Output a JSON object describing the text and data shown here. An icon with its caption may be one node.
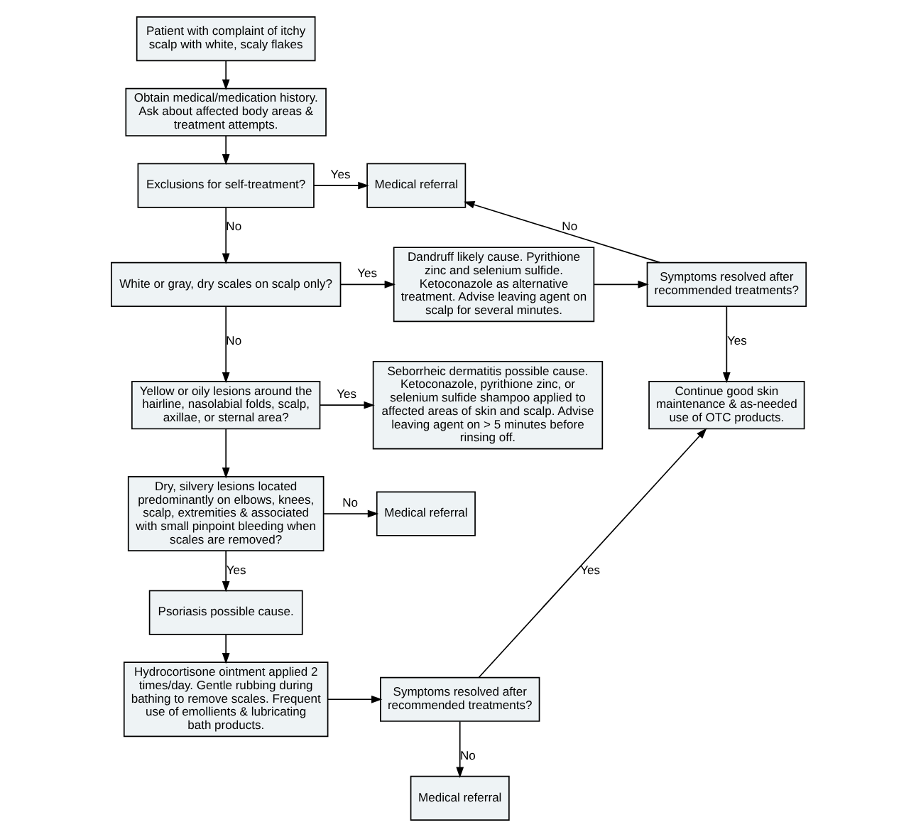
{
  "diagram": {
    "nodes": [
      {
        "text": [
          "Patient with complaint of itchy scalp with white, scaly flakes"
        ]
      },
      {
        "text": [
          "Obtain medical/medication history. Ask about affected body areas & treatment attempts."
        ]
      },
      {
        "text": [
          "Exclusions for self-treatment?"
        ]
      },
      {
        "text": [
          "Medical referral"
        ]
      },
      {
        "text": [
          "White or gray, dry scales on scalp only?"
        ]
      },
      {
        "text": [
          "Dandruff likely cause. Pyrithione zinc and selenium sulfide. Ketoconazole as alternative treatment. Advise leaving agent on scalp for several minutes."
        ]
      },
      {
        "text": [
          "Symptoms resolved after recommended treatments?"
        ]
      },
      {
        "text": [
          "Yellow or oily lesions around the hairline, nasolabial folds, scalp, axillae, or sternal area?"
        ]
      },
      {
        "text": [
          "Seborrheic dermatitis possible cause. Ketoconazole, pyrithione zinc, or selenium sulfide shampoo applied to affected areas of skin and scalp. Advise leaving agent on > 5 minutes before rinsing off."
        ]
      },
      {
        "text": [
          "Continue good skin maintenance & as-needed use of OTC products."
        ]
      },
      {
        "text": [
          "Dry, silvery lesions located predominantly on elbows, knees, scalp, extremities & associated with small pinpoint bleeding when scales are removed?"
        ]
      },
      {
        "text": [
          "Medical referral"
        ]
      },
      {
        "text": [
          "Psoriasis possible cause."
        ]
      },
      {
        "text": [
          "Medical referral"
        ]
      },
      {
        "text": [
          "Hydrocortisone ointment applied 2 times/day. Gentle rubbing during bathing to remove scales. Frequent use of emollients & lubricating bath products."
        ]
      },
      {
        "text": [
          "Symptoms resolved after recommended treatments?"
        ]
      }
    ],
    "edges": [
      {
        "from": 0,
        "to": 1,
        "arrow": "to"
      },
      {
        "from": 1,
        "to": 2,
        "arrow": "to"
      },
      {
        "from": 2,
        "to": 3,
        "arrow": "to",
        "label": "Yes"
      },
      {
        "from": 2,
        "to": 4,
        "arrow": "to",
        "label": "No"
      },
      {
        "from": 4,
        "to": 5,
        "arrow": "to",
        "label": "Yes"
      },
      {
        "from": 5,
        "to": 6,
        "arrow": "to"
      },
      {
        "from": 6,
        "to": 3,
        "arrow": "to",
        "label": "No"
      },
      {
        "from": 6,
        "to": 9,
        "arrow": "to",
        "label": "Yes"
      },
      {
        "from": 4,
        "to": 7,
        "arrow": "to",
        "label": "No"
      },
      {
        "from": 7,
        "to": 8,
        "arrow": "to",
        "label": "Yes"
      },
      {
        "from": 7,
        "to": 10,
        "arrow": "to"
      },
      {
        "from": 10,
        "to": 11,
        "arrow": "to",
        "label": "No"
      },
      {
        "from": 10,
        "to": 12,
        "arrow": "to",
        "label": "Yes"
      },
      {
        "from": 12,
        "to": 14,
        "arrow": "to"
      },
      {
        "from": 14,
        "to": 15,
        "arrow": "to"
      },
      {
        "from": 15,
        "to": 13,
        "arrow": "to",
        "label": "No"
      },
      {
        "from": 15,
        "to": 9,
        "arrow": "to",
        "label": "Yes"
      }
    ]
  }
}
